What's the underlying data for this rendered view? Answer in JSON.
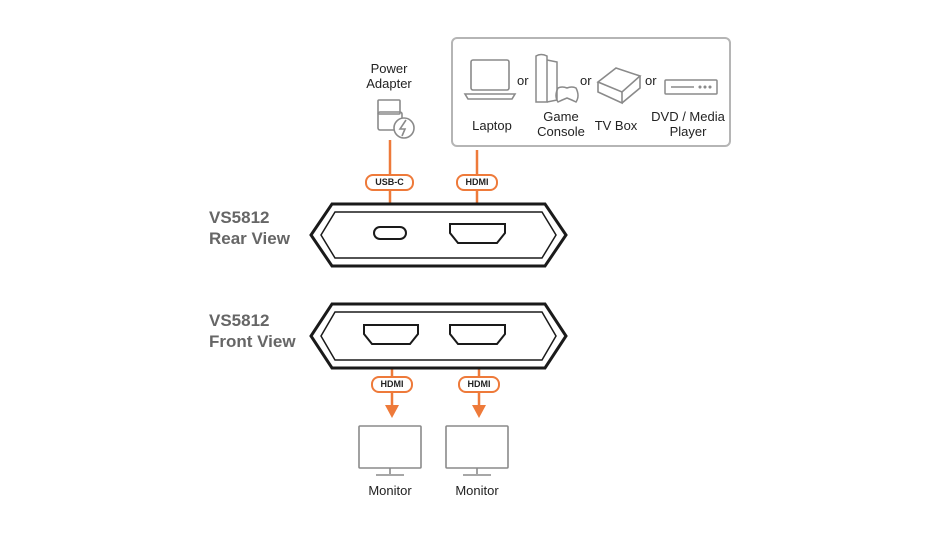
{
  "power": {
    "label_line1": "Power",
    "label_line2": "Adapter"
  },
  "sources": {
    "laptop": "Laptop",
    "game_line1": "Game",
    "game_line2": "Console",
    "tvbox": "TV Box",
    "dvd_line1": "DVD / Media",
    "dvd_line2": "Player",
    "or": "or"
  },
  "rear": {
    "title_line1": "VS5812",
    "title_line2": "Rear View",
    "usbc_tag": "USB-C",
    "hdmi_tag": "HDMI"
  },
  "front": {
    "title_line1": "VS5812",
    "title_line2": "Front View",
    "hdmi_tag_1": "HDMI",
    "hdmi_tag_2": "HDMI"
  },
  "monitors": {
    "monitor_1": "Monitor",
    "monitor_2": "Monitor"
  },
  "colors": {
    "accent": "#ee7a3a",
    "device_outline": "#1a1a1a",
    "icon_gray": "#8a8a8a",
    "box_border": "#b5b5b5"
  }
}
